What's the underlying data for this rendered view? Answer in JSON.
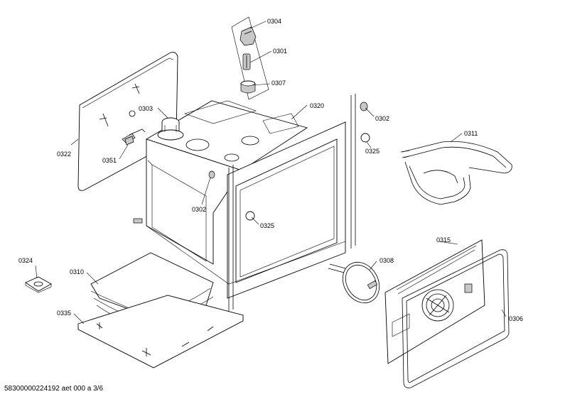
{
  "part_labels": {
    "p0304": "0304",
    "p0301": "0301",
    "p0307": "0307",
    "p0303": "0303",
    "p0320": "0320",
    "p0302_right": "0302",
    "p0322": "0322",
    "p0351": "0351",
    "p0311": "0311",
    "p0325_right": "0325",
    "p0302_left": "0302",
    "p0325_center": "0325",
    "p0315": "0315",
    "p0324": "0324",
    "p0310": "0310",
    "p0308": "0308",
    "p0306": "0306",
    "p0335": "0335"
  },
  "footer": {
    "document_id": "58300000224192 aet 000 a 3/6"
  }
}
